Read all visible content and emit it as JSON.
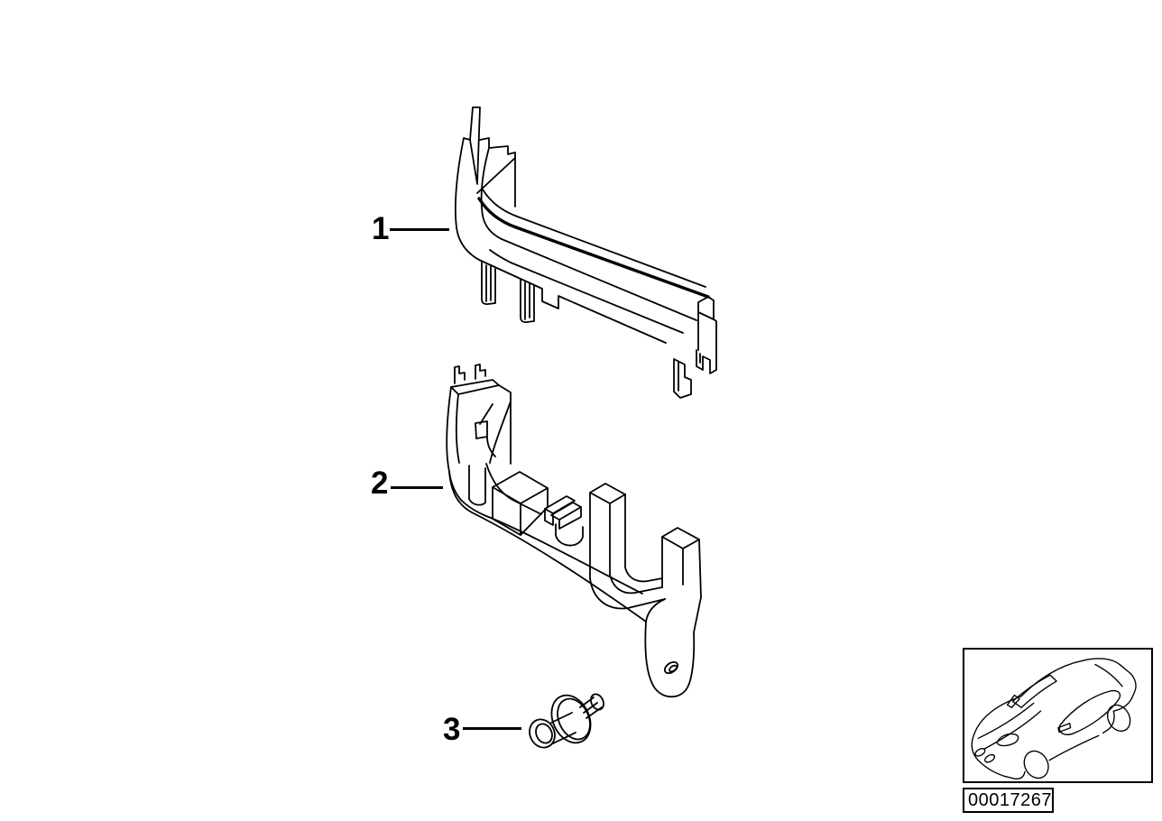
{
  "page": {
    "background_color": "#ffffff",
    "line_color": "#000000"
  },
  "callouts": [
    {
      "label": "1"
    },
    {
      "label": "2"
    },
    {
      "label": "3"
    }
  ],
  "thumbnail": {
    "code": "00017267"
  }
}
